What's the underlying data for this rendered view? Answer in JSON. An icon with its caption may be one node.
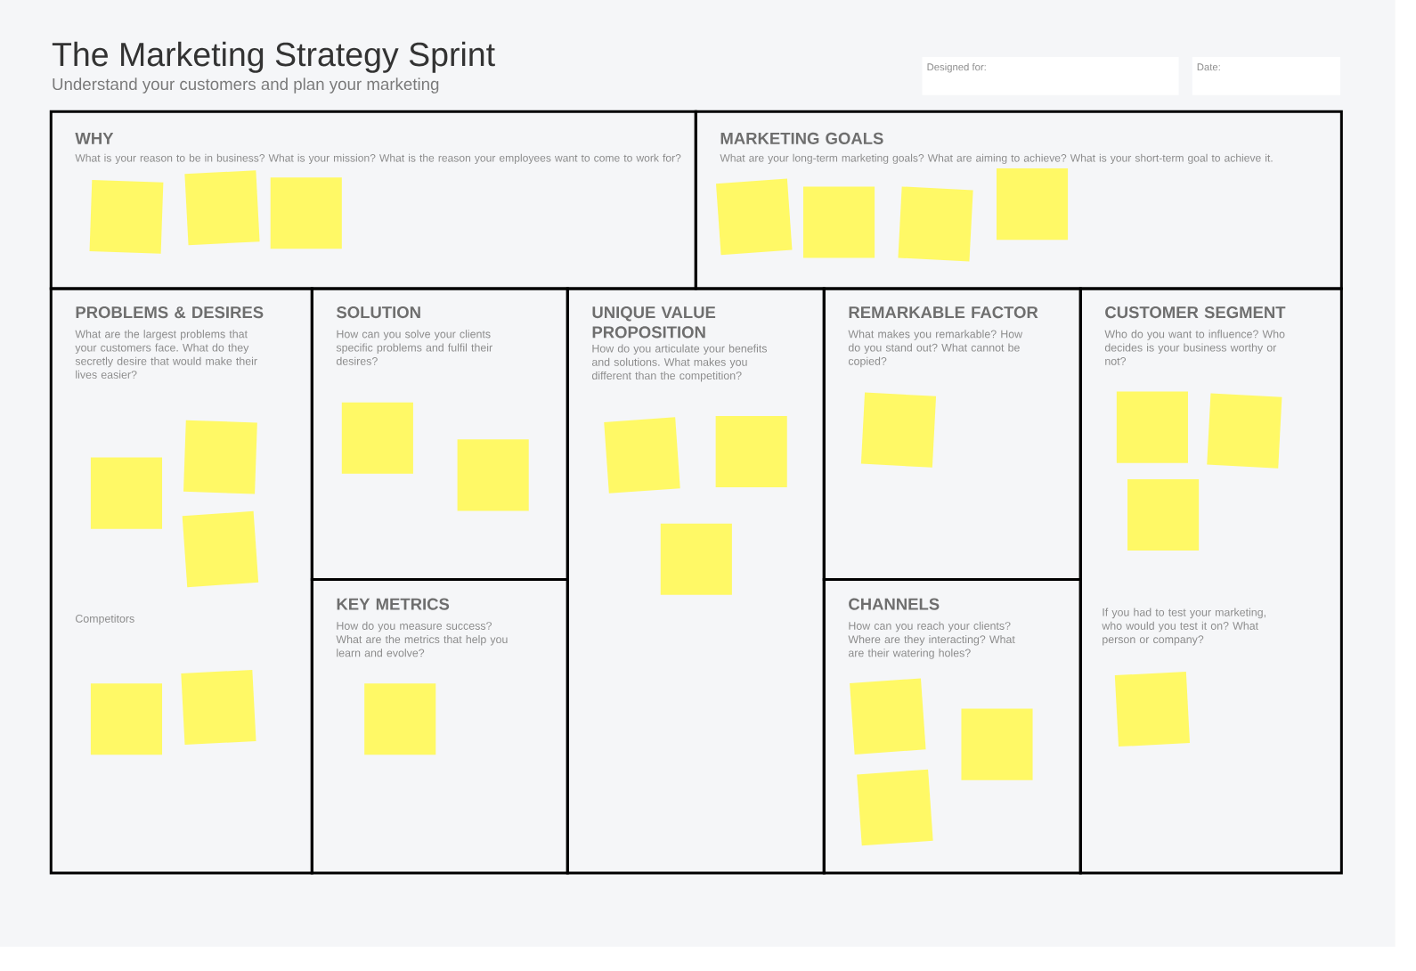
{
  "diagram": {
    "title": "The Marketing Strategy Sprint",
    "nodes": [
      {
        "text": [
          "Designed for:"
        ]
      },
      {
        "text": [
          "Date:"
        ]
      },
      {
        "text": [
          "WHY",
          "What is your reason to be in business? What is your mission? What is the reason your employees want to come to work for?"
        ]
      },
      {
        "text": [],
        "shape": "box",
        "in": 2
      },
      {
        "text": [],
        "shape": "box",
        "in": 2
      },
      {
        "text": [],
        "shape": "box",
        "in": 2
      },
      {
        "text": [
          "MARKETING GOALS",
          "What are your long-term marketing goals? What are aiming to achieve? What is your short-term goal to achieve it."
        ]
      },
      {
        "text": [],
        "shape": "box",
        "in": 6
      },
      {
        "text": [],
        "shape": "box",
        "in": 6
      },
      {
        "text": [],
        "shape": "box",
        "in": 6
      },
      {
        "text": [],
        "shape": "box",
        "in": 6
      },
      {
        "text": [
          "PROBLEMS & DESIRES",
          "What are the largest problems that your customers face. What do they secretly desire that would make their lives easier?",
          "Competitors"
        ]
      },
      {
        "text": [],
        "shape": "box",
        "in": 11
      },
      {
        "text": [],
        "shape": "box",
        "in": 11
      },
      {
        "text": [],
        "shape": "box",
        "in": 11
      },
      {
        "text": [],
        "shape": "box",
        "in": 11
      },
      {
        "text": [],
        "shape": "box",
        "in": 11
      },
      {
        "text": [
          "SOLUTION",
          "How can you solve your clients specific problems and fulfil their desires?"
        ]
      },
      {
        "text": [],
        "shape": "box",
        "in": 17
      },
      {
        "text": [],
        "shape": "box",
        "in": 17
      },
      {
        "text": [
          "KEY METRICS",
          "How do you measure success? What are the metrics that help you learn and evolve?"
        ]
      },
      {
        "text": [],
        "shape": "box",
        "in": 20
      },
      {
        "text": [
          "UNIQUE VALUE PROPOSITION",
          "How do you articulate your benefits and solutions. What makes you different than the competition?"
        ]
      },
      {
        "text": [],
        "shape": "box",
        "in": 22
      },
      {
        "text": [],
        "shape": "box",
        "in": 22
      },
      {
        "text": [],
        "shape": "box",
        "in": 22
      },
      {
        "text": [
          "REMARKABLE FACTOR",
          "What makes you remarkable? How do you stand out? What cannot be copied?"
        ]
      },
      {
        "text": [],
        "shape": "box",
        "in": 26
      },
      {
        "text": [
          "CHANNELS",
          "How can you reach your clients? Where are they interacting? What are their watering holes?"
        ]
      },
      {
        "text": [],
        "shape": "box",
        "in": 28
      },
      {
        "text": [],
        "shape": "box",
        "in": 28
      },
      {
        "text": [],
        "shape": "box",
        "in": 28
      },
      {
        "text": [
          "CUSTOMER SEGMENT",
          "Who do you want to influence? Who decides is your business worthy or not?",
          "If you had to test your marketing, who would you test it on? What person or company?"
        ]
      },
      {
        "text": [],
        "shape": "box",
        "in": 32
      },
      {
        "text": [],
        "shape": "box",
        "in": 32
      },
      {
        "text": [],
        "shape": "box",
        "in": 32
      },
      {
        "text": [],
        "shape": "box",
        "in": 32
      }
    ],
    "labels": [
      "Understand your customers and plan your marketing"
    ]
  }
}
